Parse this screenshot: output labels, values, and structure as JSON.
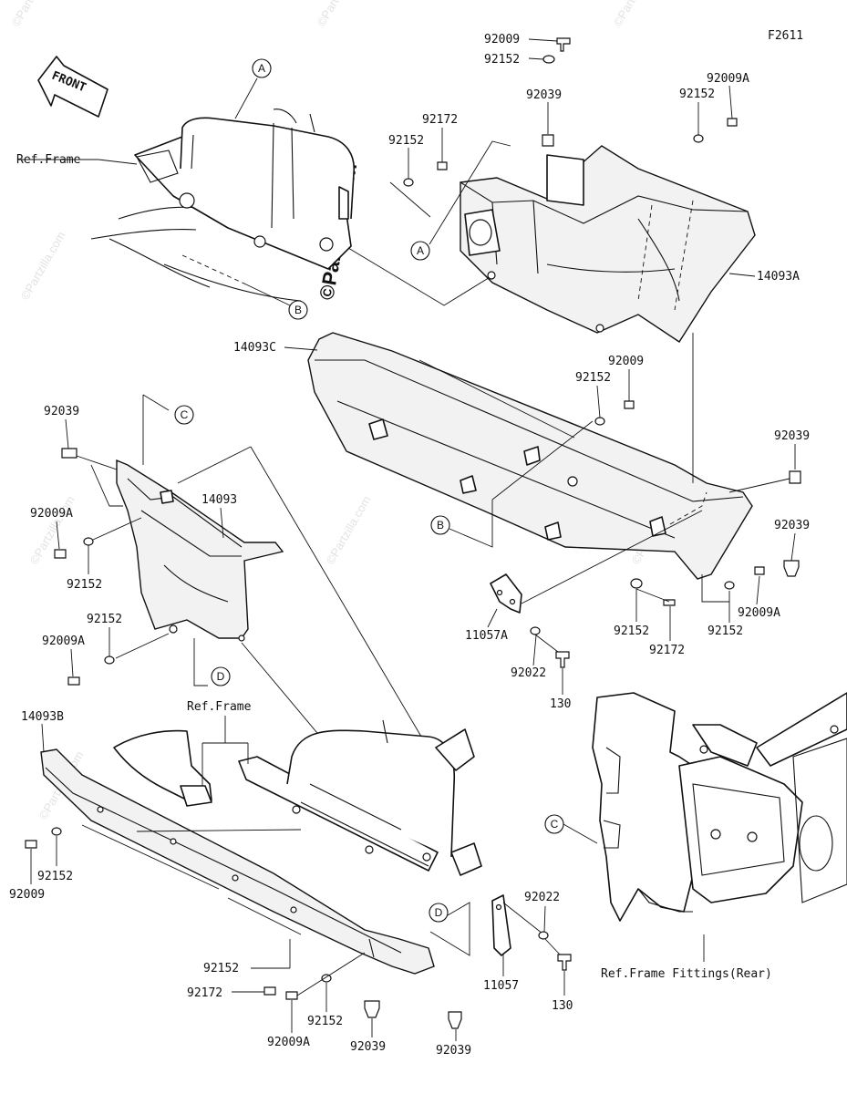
{
  "figure_code": "F2611",
  "front_arrow": {
    "label": "FRONT"
  },
  "watermark": {
    "text": "©Partzilla.com"
  },
  "part_numbers": {
    "p92009_top": "92009",
    "p92152_top": "92152",
    "p92039_top": "92039",
    "p92009A_tr": "92009A",
    "p92152_tr": "92152",
    "p92172_top": "92172",
    "p92152_top2": "92152",
    "p14093A": "14093A",
    "p14093C": "14093C",
    "p92152_mid": "92152",
    "p92009_mid": "92009",
    "p92039_right": "92039",
    "p92039_right2": "92039",
    "p92009A_right": "92009A",
    "p92152_right": "92152",
    "p92152_mr": "92152",
    "p92172_mr": "92172",
    "p11057A": "11057A",
    "p92022_mid": "92022",
    "p130_mid": "130",
    "p92039_left": "92039",
    "p14093": "14093",
    "p92009A_left": "92009A",
    "p92152_left": "92152",
    "p92152_left2": "92152",
    "p92009A_left2": "92009A",
    "p14093B": "14093B",
    "p92009_bl": "92009",
    "p92152_bl": "92152",
    "p92152_bot": "92152",
    "p92172_bot": "92172",
    "p92009A_bot": "92009A",
    "p92152_bot2": "92152",
    "p92039_bot": "92039",
    "p92039_bot2": "92039",
    "p11057": "11057",
    "p92022_bot": "92022",
    "p130_bot": "130"
  },
  "ref_labels": {
    "ref_frame_top": "Ref.Frame",
    "ref_frame_mid": "Ref.Frame",
    "ref_frame_fittings": "Ref.Frame Fittings(Rear)"
  },
  "callouts": {
    "A1": "A",
    "A2": "A",
    "B1": "B",
    "B2": "B",
    "C1": "C",
    "C2": "C",
    "D1": "D",
    "D2": "D"
  }
}
